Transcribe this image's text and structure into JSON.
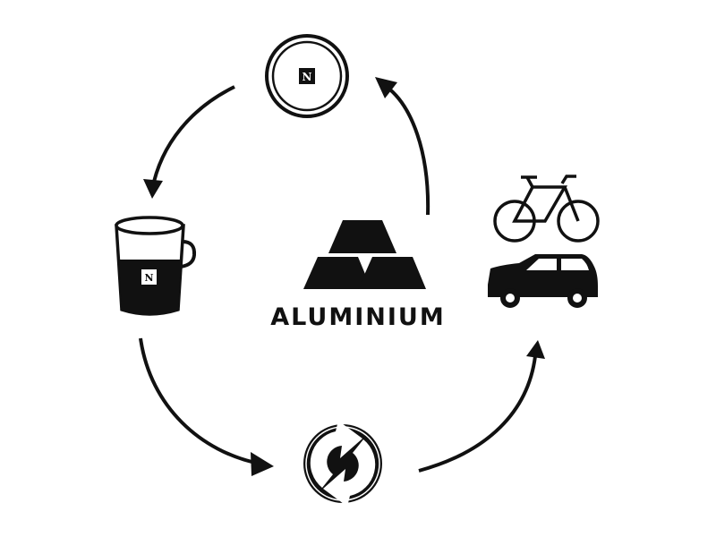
{
  "diagram": {
    "center_label": "ALUMINIUM",
    "capsule_logo": "N",
    "cup_logo": "N"
  },
  "nodes": [
    {
      "id": "capsule",
      "icon": "coffee-capsule-icon"
    },
    {
      "id": "cup",
      "icon": "coffee-cup-icon"
    },
    {
      "id": "recycling",
      "icon": "green-dot-recycling-icon"
    },
    {
      "id": "vehicles",
      "icons": [
        "bicycle-icon",
        "car-icon"
      ]
    },
    {
      "id": "center",
      "icon": "aluminium-ingots-icon"
    }
  ],
  "colors": {
    "ink": "#111111",
    "background": "#ffffff"
  }
}
